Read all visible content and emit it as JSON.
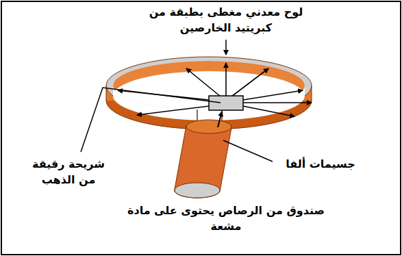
{
  "diagram": {
    "labels": [
      "لوح معدني مغطى بطبقة من كبريتيد الخارصين",
      "شريحة رقيقة من الذهب",
      "جسيمات ألفا",
      "صندوق من الرصاص يحتوى على مادة مشعة"
    ]
  }
}
